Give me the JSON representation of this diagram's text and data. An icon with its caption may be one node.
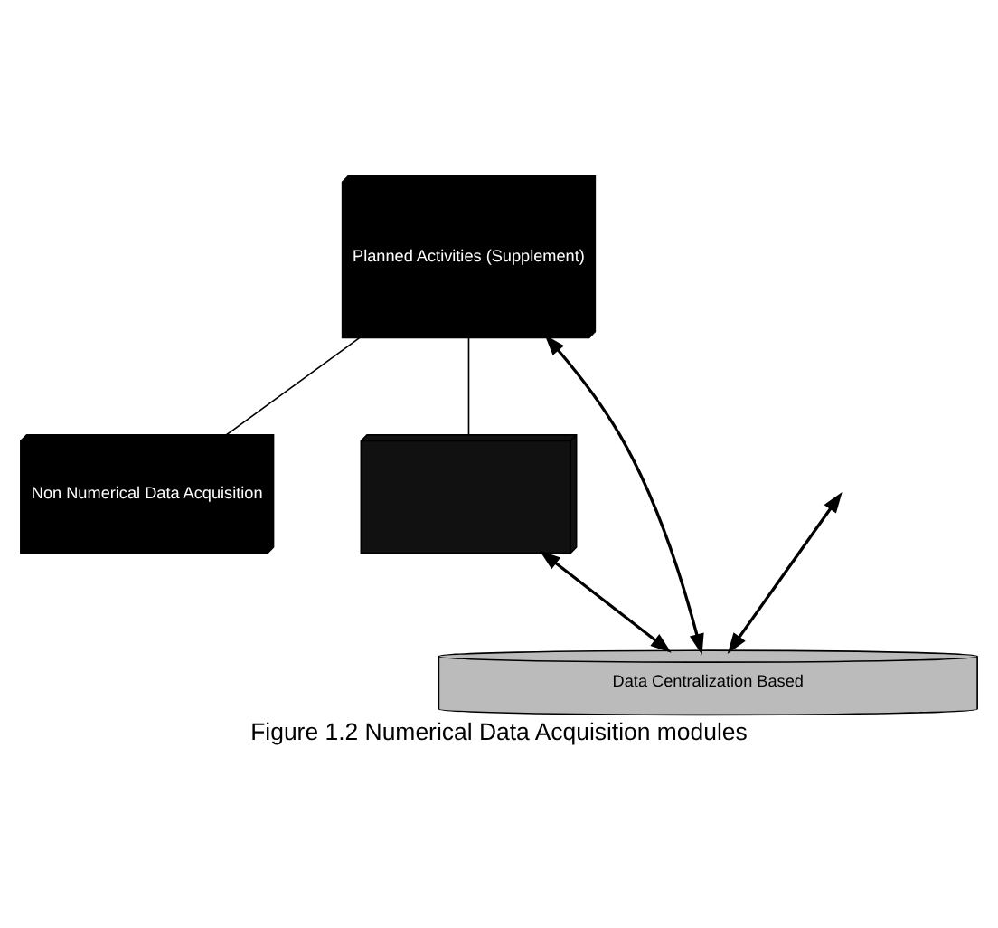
{
  "diagram": {
    "caption": "Figure 1.2 Numerical Data Acquisition modules",
    "nodes": [
      {
        "text": [
          "Planned Activities (Supplement)"
        ]
      },
      {
        "text": [
          "Non Numerical Data Acquisition"
        ]
      },
      {
        "text": [],
        "shape": "box"
      },
      {
        "text": [
          "Data Centralization Based"
        ]
      }
    ],
    "edges": [
      {
        "from": 0,
        "to": 1,
        "arrow": "none"
      },
      {
        "from": 0,
        "to": 2,
        "arrow": "none"
      },
      {
        "from": 0,
        "to": 3,
        "arrow": "both"
      },
      {
        "from": null,
        "to": 3,
        "arrow": "both"
      },
      {
        "from": 2,
        "to": 3,
        "arrow": "both"
      }
    ]
  }
}
